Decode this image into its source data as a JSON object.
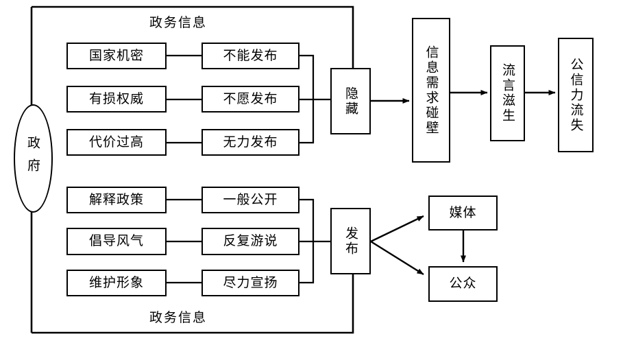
{
  "diagram": {
    "title_top": "政务信息",
    "title_bottom": "政务信息",
    "source": {
      "label": "政府"
    },
    "hidden_branch": {
      "hub_label": "隐藏",
      "reasons": [
        "国家机密",
        "有损权威",
        "代价过高"
      ],
      "actions": [
        "不能发布",
        "不愿发布",
        "无力发布"
      ]
    },
    "release_branch": {
      "hub_label": "发布",
      "reasons": [
        "解释政策",
        "倡导风气",
        "维护形象"
      ],
      "actions": [
        "一般公开",
        "反复游说",
        "尽力宣扬"
      ]
    },
    "consequence_chain": [
      "信息需求碰壁",
      "流言滋生",
      "公信力流失"
    ],
    "receivers": [
      "媒体",
      "公众"
    ],
    "colors": {
      "stroke": "#000000",
      "background": "#ffffff"
    }
  }
}
